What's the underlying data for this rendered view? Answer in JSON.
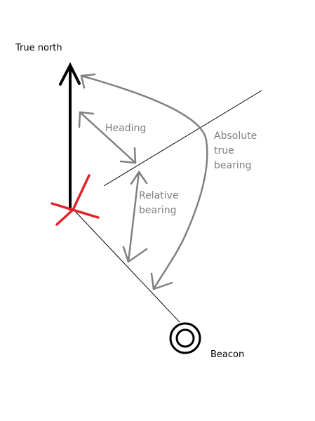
{
  "labels": {
    "true_north": "True north",
    "heading": "Heading",
    "relative_bearing_line1": "Relative",
    "relative_bearing_line2": "bearing",
    "absolute_bearing_line1": "Absolute",
    "absolute_bearing_line2": "true",
    "absolute_bearing_line3": "bearing",
    "beacon": "Beacon"
  },
  "colors": {
    "north_arrow": "#000000",
    "aircraft_marker": "#e0242c",
    "angle_arrows": "#808080",
    "guide_lines": "#000000",
    "beacon": "#000000"
  },
  "icons": {
    "aircraft": "cross-icon",
    "beacon": "concentric-circles-icon"
  }
}
